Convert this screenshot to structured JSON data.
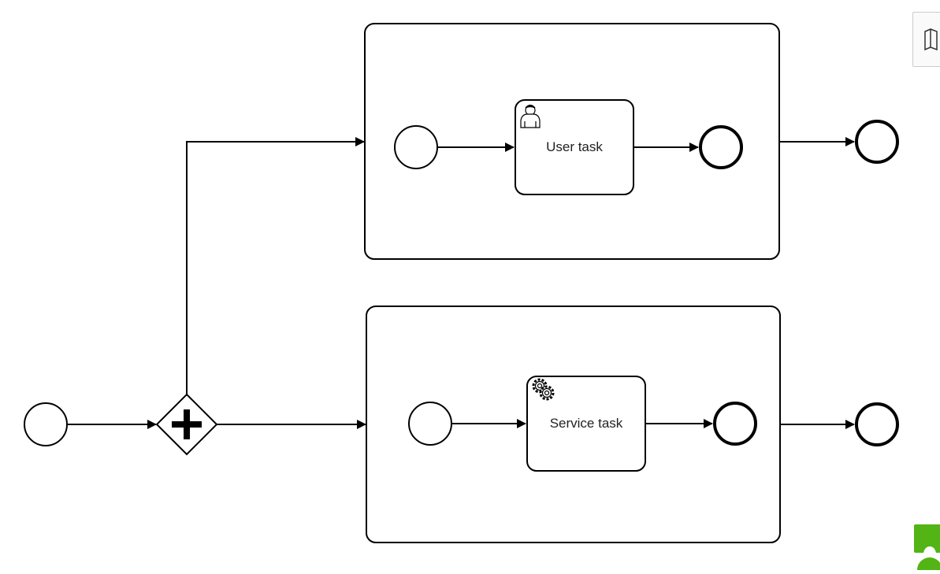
{
  "diagram": {
    "tasks": {
      "user_task": {
        "label": "User task",
        "icon": "user-icon"
      },
      "service_task": {
        "label": "Service task",
        "icon": "gear-icon"
      }
    },
    "gateway": {
      "type": "parallel",
      "icon": "plus-icon"
    }
  },
  "ui": {
    "minimap_toggle_icon": "map-icon",
    "watermark_icon": "logo-icon",
    "watermark_color": "#52b415"
  }
}
